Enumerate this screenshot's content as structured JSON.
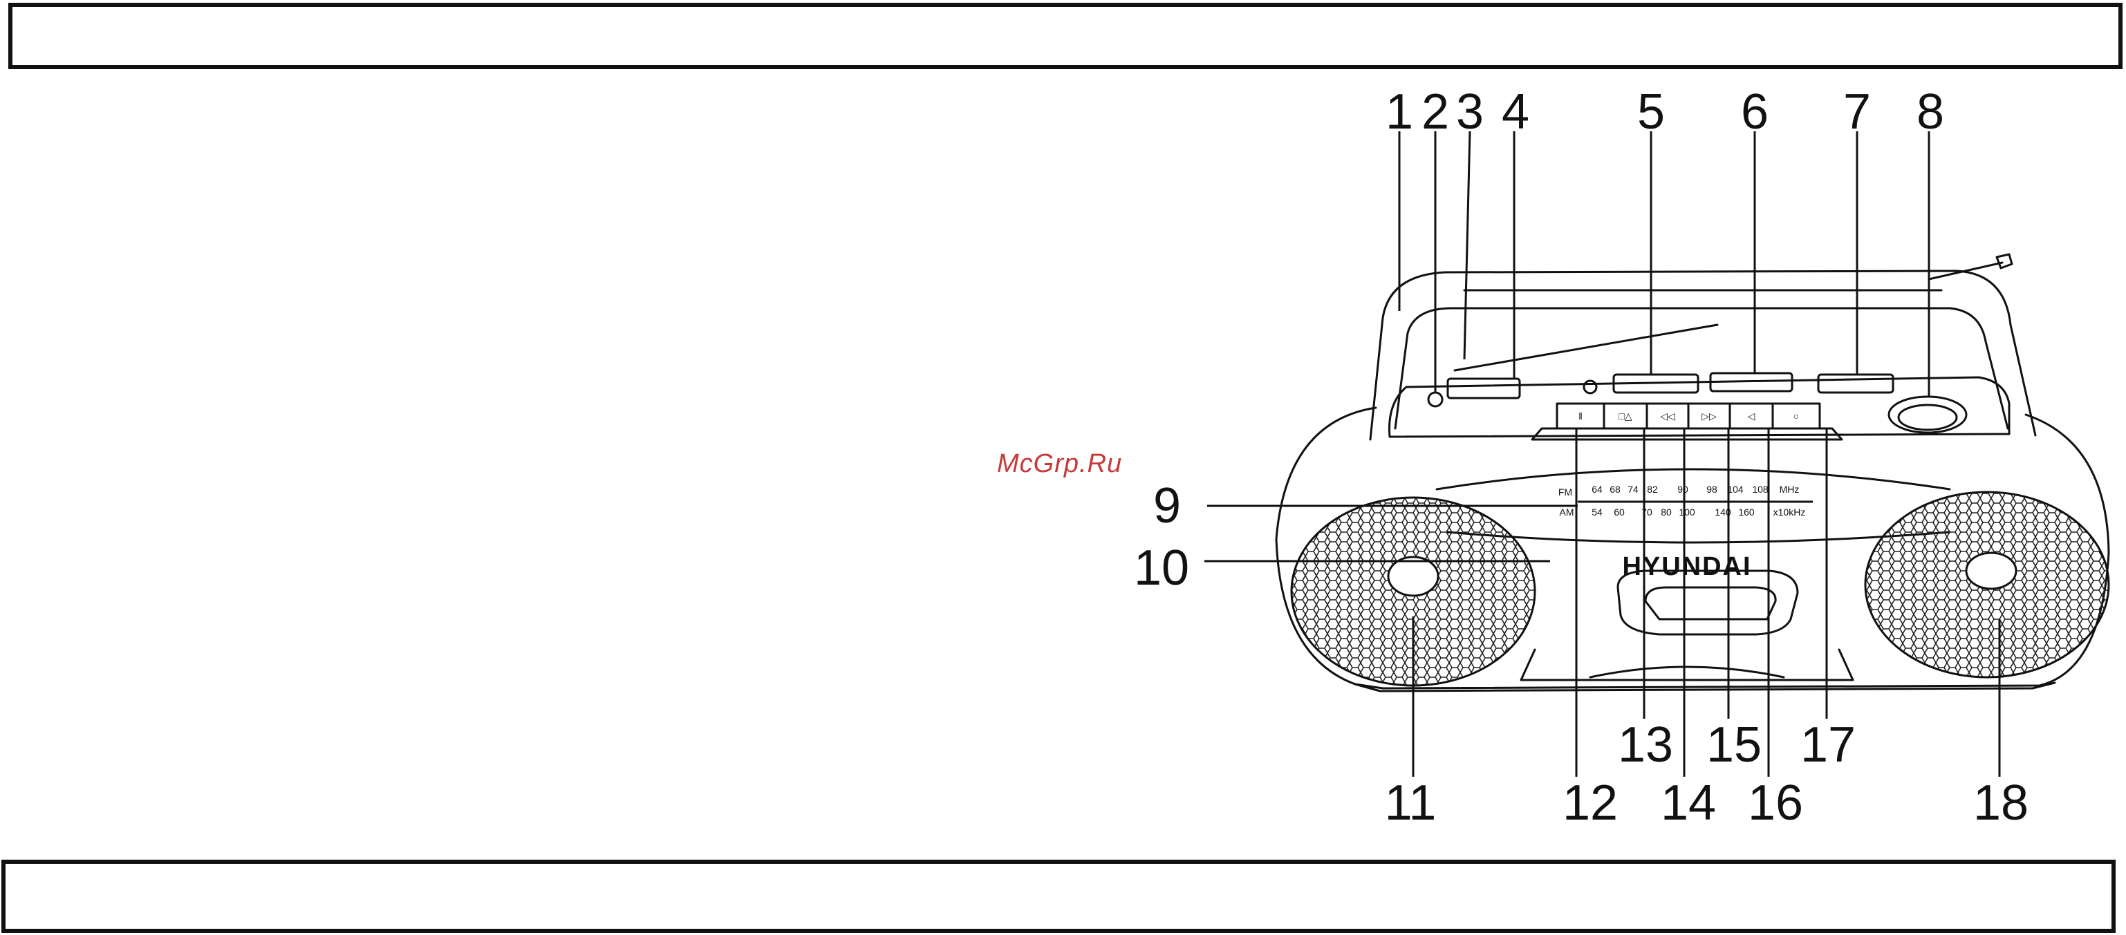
{
  "watermark": "McGrp.Ru",
  "brand": "HYUNDAI",
  "callouts": [
    "1",
    "2",
    "3",
    "4",
    "5",
    "6",
    "7",
    "8",
    "9",
    "10",
    "11",
    "12",
    "13",
    "14",
    "15",
    "16",
    "17",
    "18"
  ],
  "dial": {
    "fm_label": "FM",
    "am_label": "AM",
    "fm_ticks": [
      "64",
      "68",
      "74",
      "82",
      "90",
      "98",
      "104",
      "108"
    ],
    "fm_unit": "MHz",
    "am_ticks": [
      "54",
      "60",
      "70",
      "80",
      "100",
      "140",
      "160"
    ],
    "am_unit": "x10kHz"
  },
  "button_glyphs": [
    "‖",
    "□△",
    "◁◁",
    "▷▷",
    "◁",
    "○"
  ]
}
